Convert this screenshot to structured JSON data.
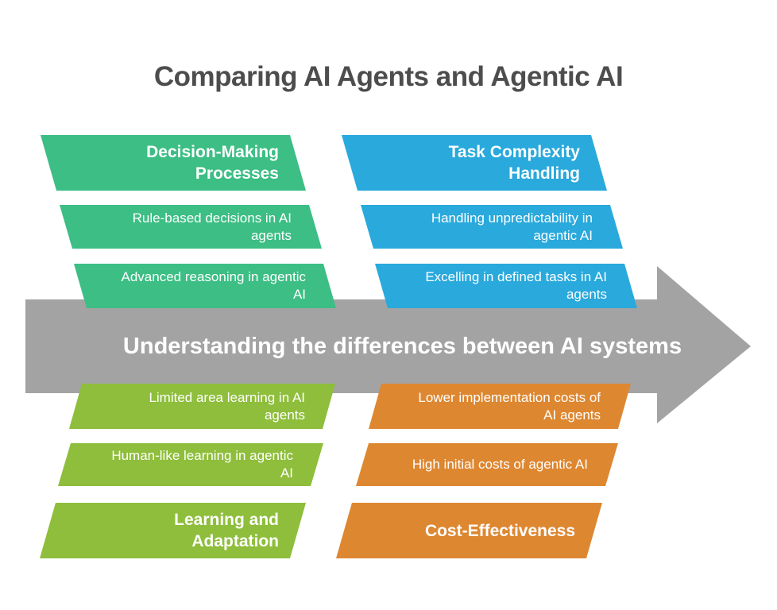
{
  "title": {
    "text": "Comparing AI Agents and Agentic AI",
    "color": "#4D4D4D"
  },
  "arrow": {
    "label": "Understanding the differences between AI systems",
    "color": "#A3A3A3",
    "label_color": "#FFFFFF"
  },
  "groups": [
    {
      "name": "Decision-Making Processes",
      "position": "top-left",
      "color": "#3CBE84",
      "header": {
        "text": "Decision-Making Processes",
        "lines": [
          "Decision-Making",
          "Processes"
        ]
      },
      "items": [
        {
          "text": "Rule-based decisions in AI agents",
          "lines": [
            "Rule-based decisions in AI",
            "agents"
          ]
        },
        {
          "text": "Advanced reasoning in agentic AI",
          "lines": [
            "Advanced reasoning in agentic",
            "AI"
          ]
        }
      ]
    },
    {
      "name": "Task Complexity Handling",
      "position": "top-right",
      "color": "#29A9DC",
      "header": {
        "text": "Task Complexity Handling",
        "lines": [
          "Task Complexity",
          "Handling"
        ]
      },
      "items": [
        {
          "text": "Handling unpredictability in agentic AI",
          "lines": [
            "Handling unpredictability in",
            "agentic AI"
          ]
        },
        {
          "text": "Excelling in defined tasks in AI agents",
          "lines": [
            "Excelling in defined tasks in AI",
            "agents"
          ]
        }
      ]
    },
    {
      "name": "Learning and Adaptation",
      "position": "bottom-left",
      "color": "#8EBE3B",
      "header": {
        "text": "Learning and Adaptation",
        "lines": [
          "Learning and",
          "Adaptation"
        ]
      },
      "items": [
        {
          "text": "Limited area learning in AI agents",
          "lines": [
            "Limited area learning in AI",
            "agents"
          ]
        },
        {
          "text": "Human-like learning in agentic AI",
          "lines": [
            "Human-like learning in agentic",
            "AI"
          ]
        }
      ]
    },
    {
      "name": "Cost-Effectiveness",
      "position": "bottom-right",
      "color": "#DE8731",
      "header": {
        "text": "Cost-Effectiveness",
        "lines": [
          "Cost-Effectiveness"
        ]
      },
      "items": [
        {
          "text": "Lower implementation costs of AI agents",
          "lines": [
            "Lower implementation costs of",
            "AI agents"
          ]
        },
        {
          "text": "High initial costs of agentic AI",
          "lines": [
            "High initial costs of agentic AI"
          ]
        }
      ]
    }
  ]
}
